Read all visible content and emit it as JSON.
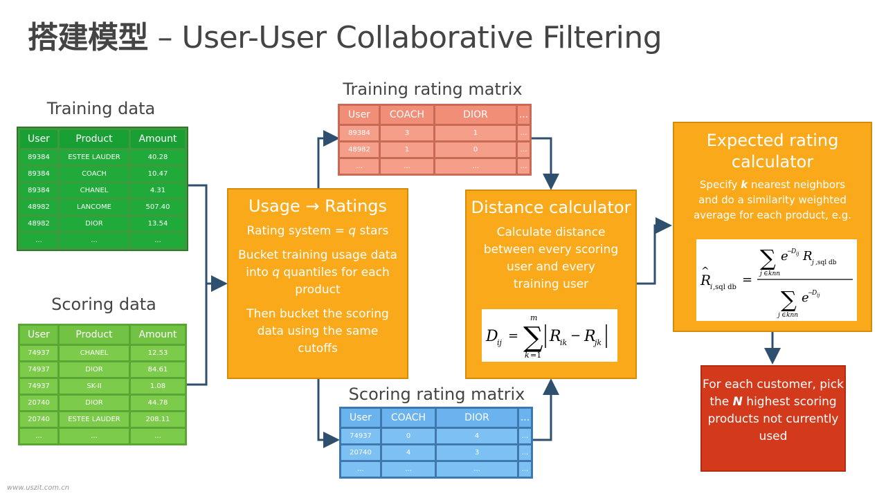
{
  "title": {
    "cn": "搭建模型",
    "en": " – User-User Collaborative Filtering"
  },
  "training": {
    "label": "Training data",
    "headers": [
      "User",
      "Product",
      "Amount"
    ],
    "rows": [
      [
        "89384",
        "ESTEE LAUDER",
        "40.28"
      ],
      [
        "89384",
        "COACH",
        "10.47"
      ],
      [
        "89384",
        "CHANEL",
        "4.31"
      ],
      [
        "48982",
        "LANCOME",
        "507.40"
      ],
      [
        "48982",
        "DIOR",
        "13.54"
      ],
      [
        "...",
        "...",
        "..."
      ]
    ]
  },
  "scoring": {
    "label": "Scoring data",
    "headers": [
      "User",
      "Product",
      "Amount"
    ],
    "rows": [
      [
        "74937",
        "CHANEL",
        "12.53"
      ],
      [
        "74937",
        "DIOR",
        "84.61"
      ],
      [
        "74937",
        "SK-II",
        "1.08"
      ],
      [
        "20740",
        "DIOR",
        "44.78"
      ],
      [
        "20740",
        "ESTEE LAUDER",
        "208.11"
      ],
      [
        "...",
        "...",
        "..."
      ]
    ]
  },
  "training_matrix": {
    "label": "Training rating matrix",
    "headers": [
      "User",
      "COACH",
      "DIOR",
      "..."
    ],
    "rows": [
      [
        "89384",
        "3",
        "1",
        "..."
      ],
      [
        "48982",
        "1",
        "0",
        "..."
      ],
      [
        "...",
        "...",
        "...",
        "..."
      ]
    ]
  },
  "scoring_matrix": {
    "label": "Scoring rating matrix",
    "headers": [
      "User",
      "COACH",
      "DIOR",
      "..."
    ],
    "rows": [
      [
        "74937",
        "0",
        "4",
        "..."
      ],
      [
        "20740",
        "4",
        "3",
        "..."
      ],
      [
        "...",
        "...",
        "...",
        "..."
      ]
    ]
  },
  "usage_box": {
    "heading": "Usage → Ratings",
    "p1_a": "Rating system = ",
    "p1_q": "q",
    "p1_b": " stars",
    "p2_a": "Bucket training usage data into ",
    "p2_q": "q",
    "p2_b": " quantiles for each product",
    "p3": "Then bucket the scoring data using the same cutoffs"
  },
  "distance_box": {
    "heading": "Distance calculator",
    "text": "Calculate distance between every scoring user and every training user"
  },
  "expected_box": {
    "heading": "Expected rating calculator",
    "text_a": "Specify ",
    "text_k": "k",
    "text_b": " nearest neighbors and do a similarity weighted average for each product, e.g."
  },
  "result_box": {
    "text_a": "For each customer, pick the ",
    "text_n": "N",
    "text_b": " highest scoring products not currently used"
  },
  "watermark": "www.uszit.com.cn",
  "colors": {
    "orange": "#f9a91a",
    "red": "#d33a1c",
    "green_dark": "#1faa3a",
    "green_light": "#7dcb4a",
    "salmon": "#f59f8a",
    "blue": "#7cc0f4"
  }
}
